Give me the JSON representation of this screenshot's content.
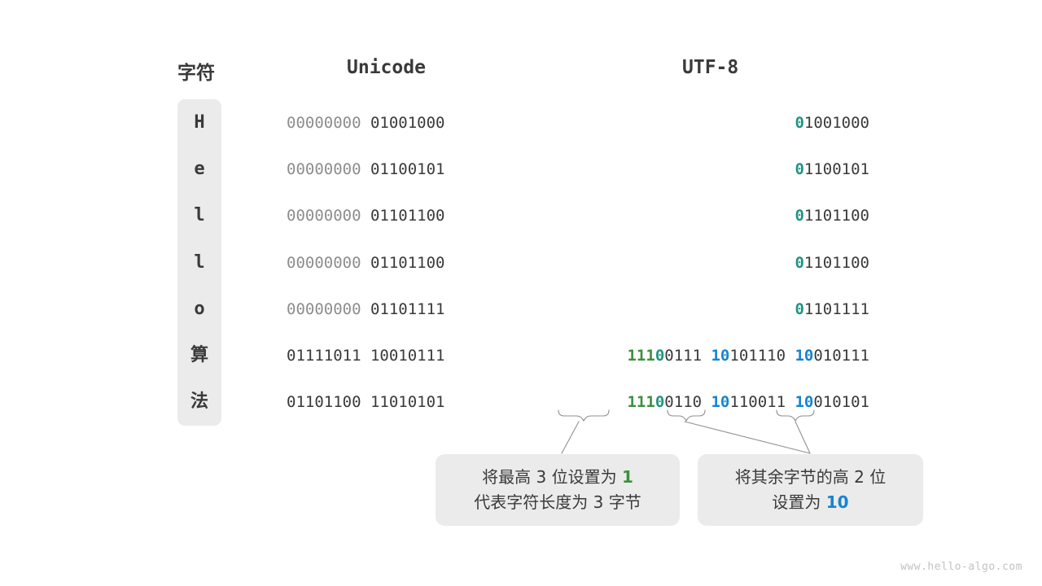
{
  "headers": {
    "character": "字符",
    "unicode": "Unicode",
    "utf8": "UTF-8"
  },
  "colors": {
    "teal": "#1f9480",
    "green": "#3f8f3f",
    "blue": "#1584d0",
    "dim": "#8d8d8d",
    "text": "#3a3a3a",
    "badge_bg": "#ebebeb",
    "watermark": "#c2c2c2"
  },
  "rows": [
    {
      "char": "H",
      "unicode": {
        "high_byte": "00000000",
        "low_byte": "01001000"
      },
      "utf8_bytes": [
        {
          "prefix": "0",
          "prefix_color": "teal",
          "rest": "1001000"
        }
      ]
    },
    {
      "char": "e",
      "unicode": {
        "high_byte": "00000000",
        "low_byte": "01100101"
      },
      "utf8_bytes": [
        {
          "prefix": "0",
          "prefix_color": "teal",
          "rest": "1100101"
        }
      ]
    },
    {
      "char": "l",
      "unicode": {
        "high_byte": "00000000",
        "low_byte": "01101100"
      },
      "utf8_bytes": [
        {
          "prefix": "0",
          "prefix_color": "teal",
          "rest": "1101100"
        }
      ]
    },
    {
      "char": "l",
      "unicode": {
        "high_byte": "00000000",
        "low_byte": "01101100"
      },
      "utf8_bytes": [
        {
          "prefix": "0",
          "prefix_color": "teal",
          "rest": "1101100"
        }
      ]
    },
    {
      "char": "o",
      "unicode": {
        "high_byte": "00000000",
        "low_byte": "01101111"
      },
      "utf8_bytes": [
        {
          "prefix": "0",
          "prefix_color": "teal",
          "rest": "1101111"
        }
      ]
    },
    {
      "char": "算",
      "unicode": {
        "high_byte": "01111011",
        "low_byte": "10010111"
      },
      "utf8_bytes": [
        {
          "prefix": "111",
          "prefix_color": "green",
          "prefix2": "0",
          "prefix2_color": "teal",
          "rest": "0111"
        },
        {
          "prefix": "10",
          "prefix_color": "blue",
          "rest": "101110"
        },
        {
          "prefix": "10",
          "prefix_color": "blue",
          "rest": "010111"
        }
      ]
    },
    {
      "char": "法",
      "unicode": {
        "high_byte": "01101100",
        "low_byte": "11010101"
      },
      "utf8_bytes": [
        {
          "prefix": "111",
          "prefix_color": "green",
          "prefix2": "0",
          "prefix2_color": "teal",
          "rest": "0110"
        },
        {
          "prefix": "10",
          "prefix_color": "blue",
          "rest": "110011"
        },
        {
          "prefix": "10",
          "prefix_color": "blue",
          "rest": "010101"
        }
      ]
    }
  ],
  "callouts": {
    "left": {
      "line1_a": "将最高 3 位设置为 ",
      "line1_em": "1",
      "line2": "代表字符长度为 3 字节"
    },
    "right": {
      "line1": "将其余字节的高 2 位",
      "line2_a": "设置为 ",
      "line2_em": "10"
    }
  },
  "watermark": "www.hello-algo.com"
}
